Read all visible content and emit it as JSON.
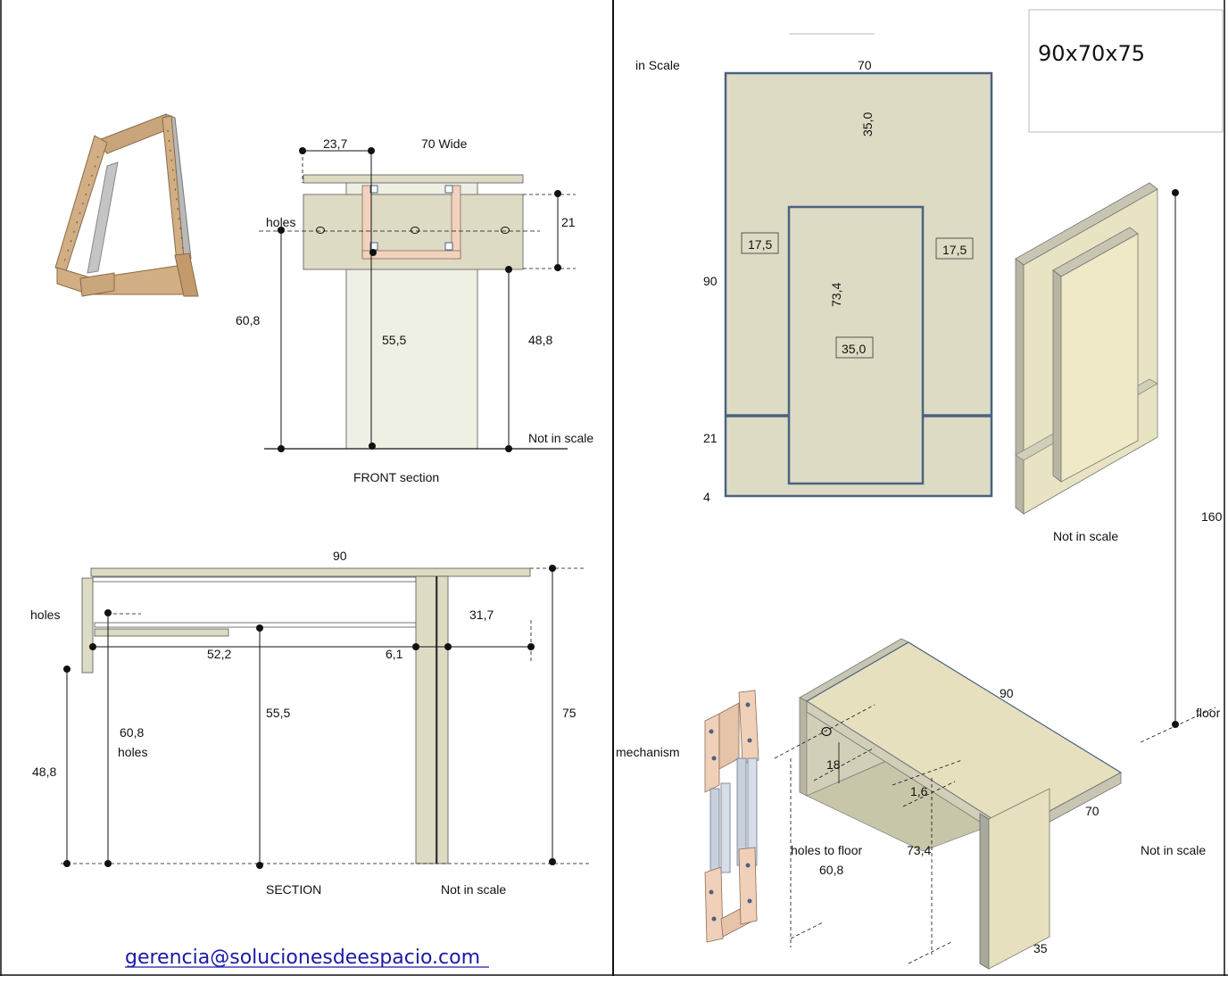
{
  "front": {
    "dim_offset": "23,7",
    "dim_wide": "70  Wide",
    "label_holes": "holes",
    "dim_21": "21",
    "dim_608": "60,8",
    "dim_555": "55,5",
    "dim_488": "48,8",
    "note": "Not in scale",
    "caption": "FRONT section"
  },
  "section": {
    "dim_90": "90",
    "label_holes": "holes",
    "dim_317": "31,7",
    "dim_522": "52,2",
    "dim_61": "6,1",
    "dim_555": "55,5",
    "dim_75": "75",
    "dim_608": "60,8",
    "label_holes2": "holes",
    "dim_488": "48,8",
    "caption": "SECTION",
    "note": "Not in scale"
  },
  "top": {
    "scale_label": "in Scale",
    "dim_70": "70",
    "dim_350_top": "35,0",
    "dim_175_left": "17,5",
    "dim_175_right": "17,5",
    "dim_734": "73,4",
    "dim_350_mid": "35,0",
    "dim_90": "90",
    "dim_21": "21",
    "dim_4": "4",
    "size_box": "90x70x75"
  },
  "iso_wall": {
    "note": "Not in scale",
    "dim_160": "160",
    "floor": "floor"
  },
  "iso_table": {
    "mechanism": "mechanism",
    "dim_90": "90",
    "dim_18": "18",
    "dim_16": "1,6",
    "dim_70": "70",
    "holes_floor": "holes to floor",
    "dim_608": "60,8",
    "dim_734": "73,4",
    "note": "Not in scale",
    "dim_35": "35"
  },
  "contact": {
    "email": "gerencia@solucionesdeespacio.com"
  },
  "colors": {
    "panel": "#dedbc4",
    "panel_light": "#eef0e4",
    "wood": "#f1d2bd",
    "edge": "#4a6282",
    "link": "#1a1aa8"
  }
}
